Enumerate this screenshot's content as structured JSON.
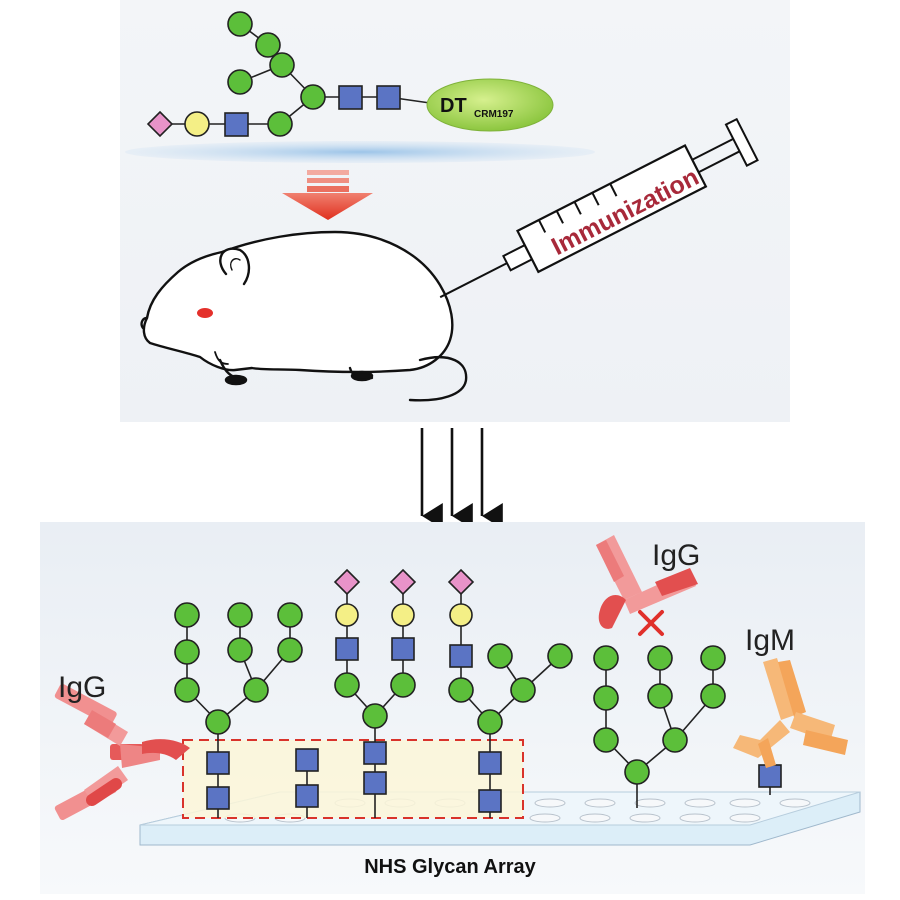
{
  "top_panel": {
    "carrier_label": "DT",
    "carrier_subscript": "CRM197",
    "syringe_label": "Immunization"
  },
  "bottom_panel": {
    "antibody_left": "IgG",
    "antibody_top_right": "IgG",
    "antibody_right": "IgM",
    "array_label": "NHS Glycan Array"
  },
  "colors": {
    "mannose_green": "#5cbf3a",
    "glcnac_blue": "#5b74c4",
    "galactose_yellow": "#f4ef86",
    "sialic_pink": "#e893c9",
    "carrier_green": "#a8d95a",
    "igg_red": "#e86a6a",
    "igm_orange": "#f4a55a",
    "arrow_red": "#e53c2e",
    "immunization_text": "#a8293a"
  },
  "icons": [
    "mouse-icon",
    "syringe-icon",
    "glycan-icon",
    "antibody-icon",
    "cross-icon",
    "arrow-icon"
  ]
}
